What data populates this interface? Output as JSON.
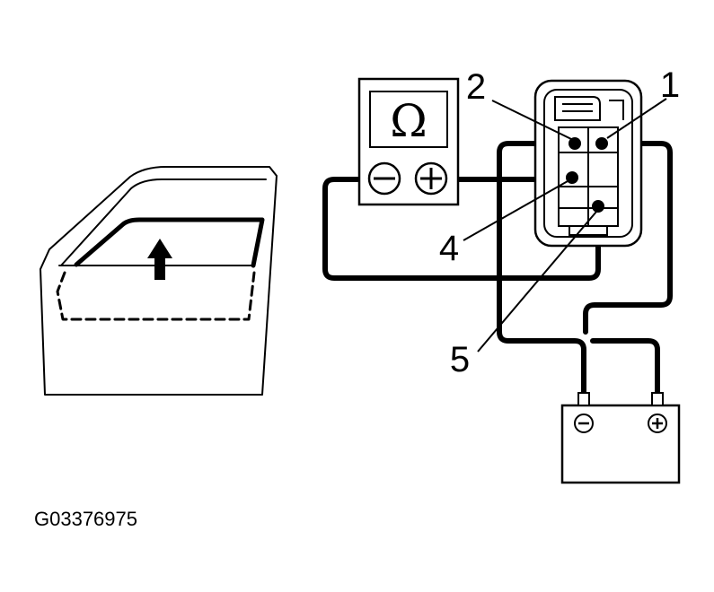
{
  "figure": {
    "id": "G03376975",
    "meter_symbol": "Ω",
    "meter_neg_symbol": "−",
    "meter_pos_symbol": "+",
    "battery_neg_symbol": "−",
    "battery_pos_symbol": "+",
    "callouts": [
      "1",
      "2",
      "4",
      "5"
    ],
    "icons": [
      "car-door-outline",
      "window-up-arrow-icon",
      "ohmmeter-icon",
      "window-switch-connector",
      "battery-icon"
    ]
  }
}
